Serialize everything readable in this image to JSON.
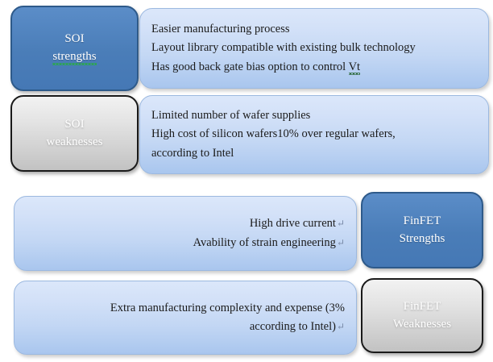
{
  "diagram": {
    "title": "SOI and FinFET strengths and weaknesses comparison",
    "colors": {
      "label_blue": "#4a7db8",
      "label_blue_border": "#2e5a8a",
      "label_gray_top": "#f2f2f2",
      "label_gray_bottom": "#c2c2c2",
      "label_gray_border": "#1a1a1a",
      "content_blue_top": "#dbe7fa",
      "content_blue_bottom": "#a9c6ee",
      "content_text": "#1b1b1b",
      "label_text": "#ffffff",
      "grammar_squiggle": "#2aa84a",
      "spell_squiggle": "#2f6b3f",
      "pilcrow": "#7a8ba8"
    },
    "rows": [
      {
        "id": "soi-strengths",
        "label_line1": "SOI",
        "label_line2": "strengths",
        "label_style": "blue",
        "label_position": "left",
        "label_grammar_marked": true,
        "content_align": "left",
        "content_lines": [
          "Easier manufacturing process",
          "Layout library compatible with existing bulk technology",
          "Has good back gate bias option to control Vt"
        ],
        "content_last_word_spell_marked": "Vt"
      },
      {
        "id": "soi-weaknesses",
        "label_line1": "SOI",
        "label_line2": "weaknesses",
        "label_style": "gray",
        "label_position": "left",
        "label_grammar_marked": false,
        "content_align": "left",
        "content_lines": [
          "Limited number of wafer supplies",
          "High cost of silicon wafers10% over regular wafers,",
          "according to Intel"
        ]
      },
      {
        "id": "finfet-strengths",
        "label_line1": "FinFET",
        "label_line2": "Strengths",
        "label_style": "blue",
        "label_position": "right",
        "label_grammar_marked": false,
        "content_align": "right",
        "content_lines": [
          "High drive current",
          "Avability of strain engineering"
        ],
        "line_break_marks": true
      },
      {
        "id": "finfet-weaknesses",
        "label_line1": "FinFET",
        "label_line2": "Weaknesses",
        "label_style": "gray",
        "label_position": "right",
        "label_grammar_marked": false,
        "content_align": "right",
        "content_lines": [
          "Extra manufacturing complexity and expense (3%",
          "according to Intel)"
        ],
        "line_break_marks": true
      }
    ],
    "marks": {
      "line_break_glyph": "↵",
      "small_mark_glyph": "↵"
    }
  }
}
